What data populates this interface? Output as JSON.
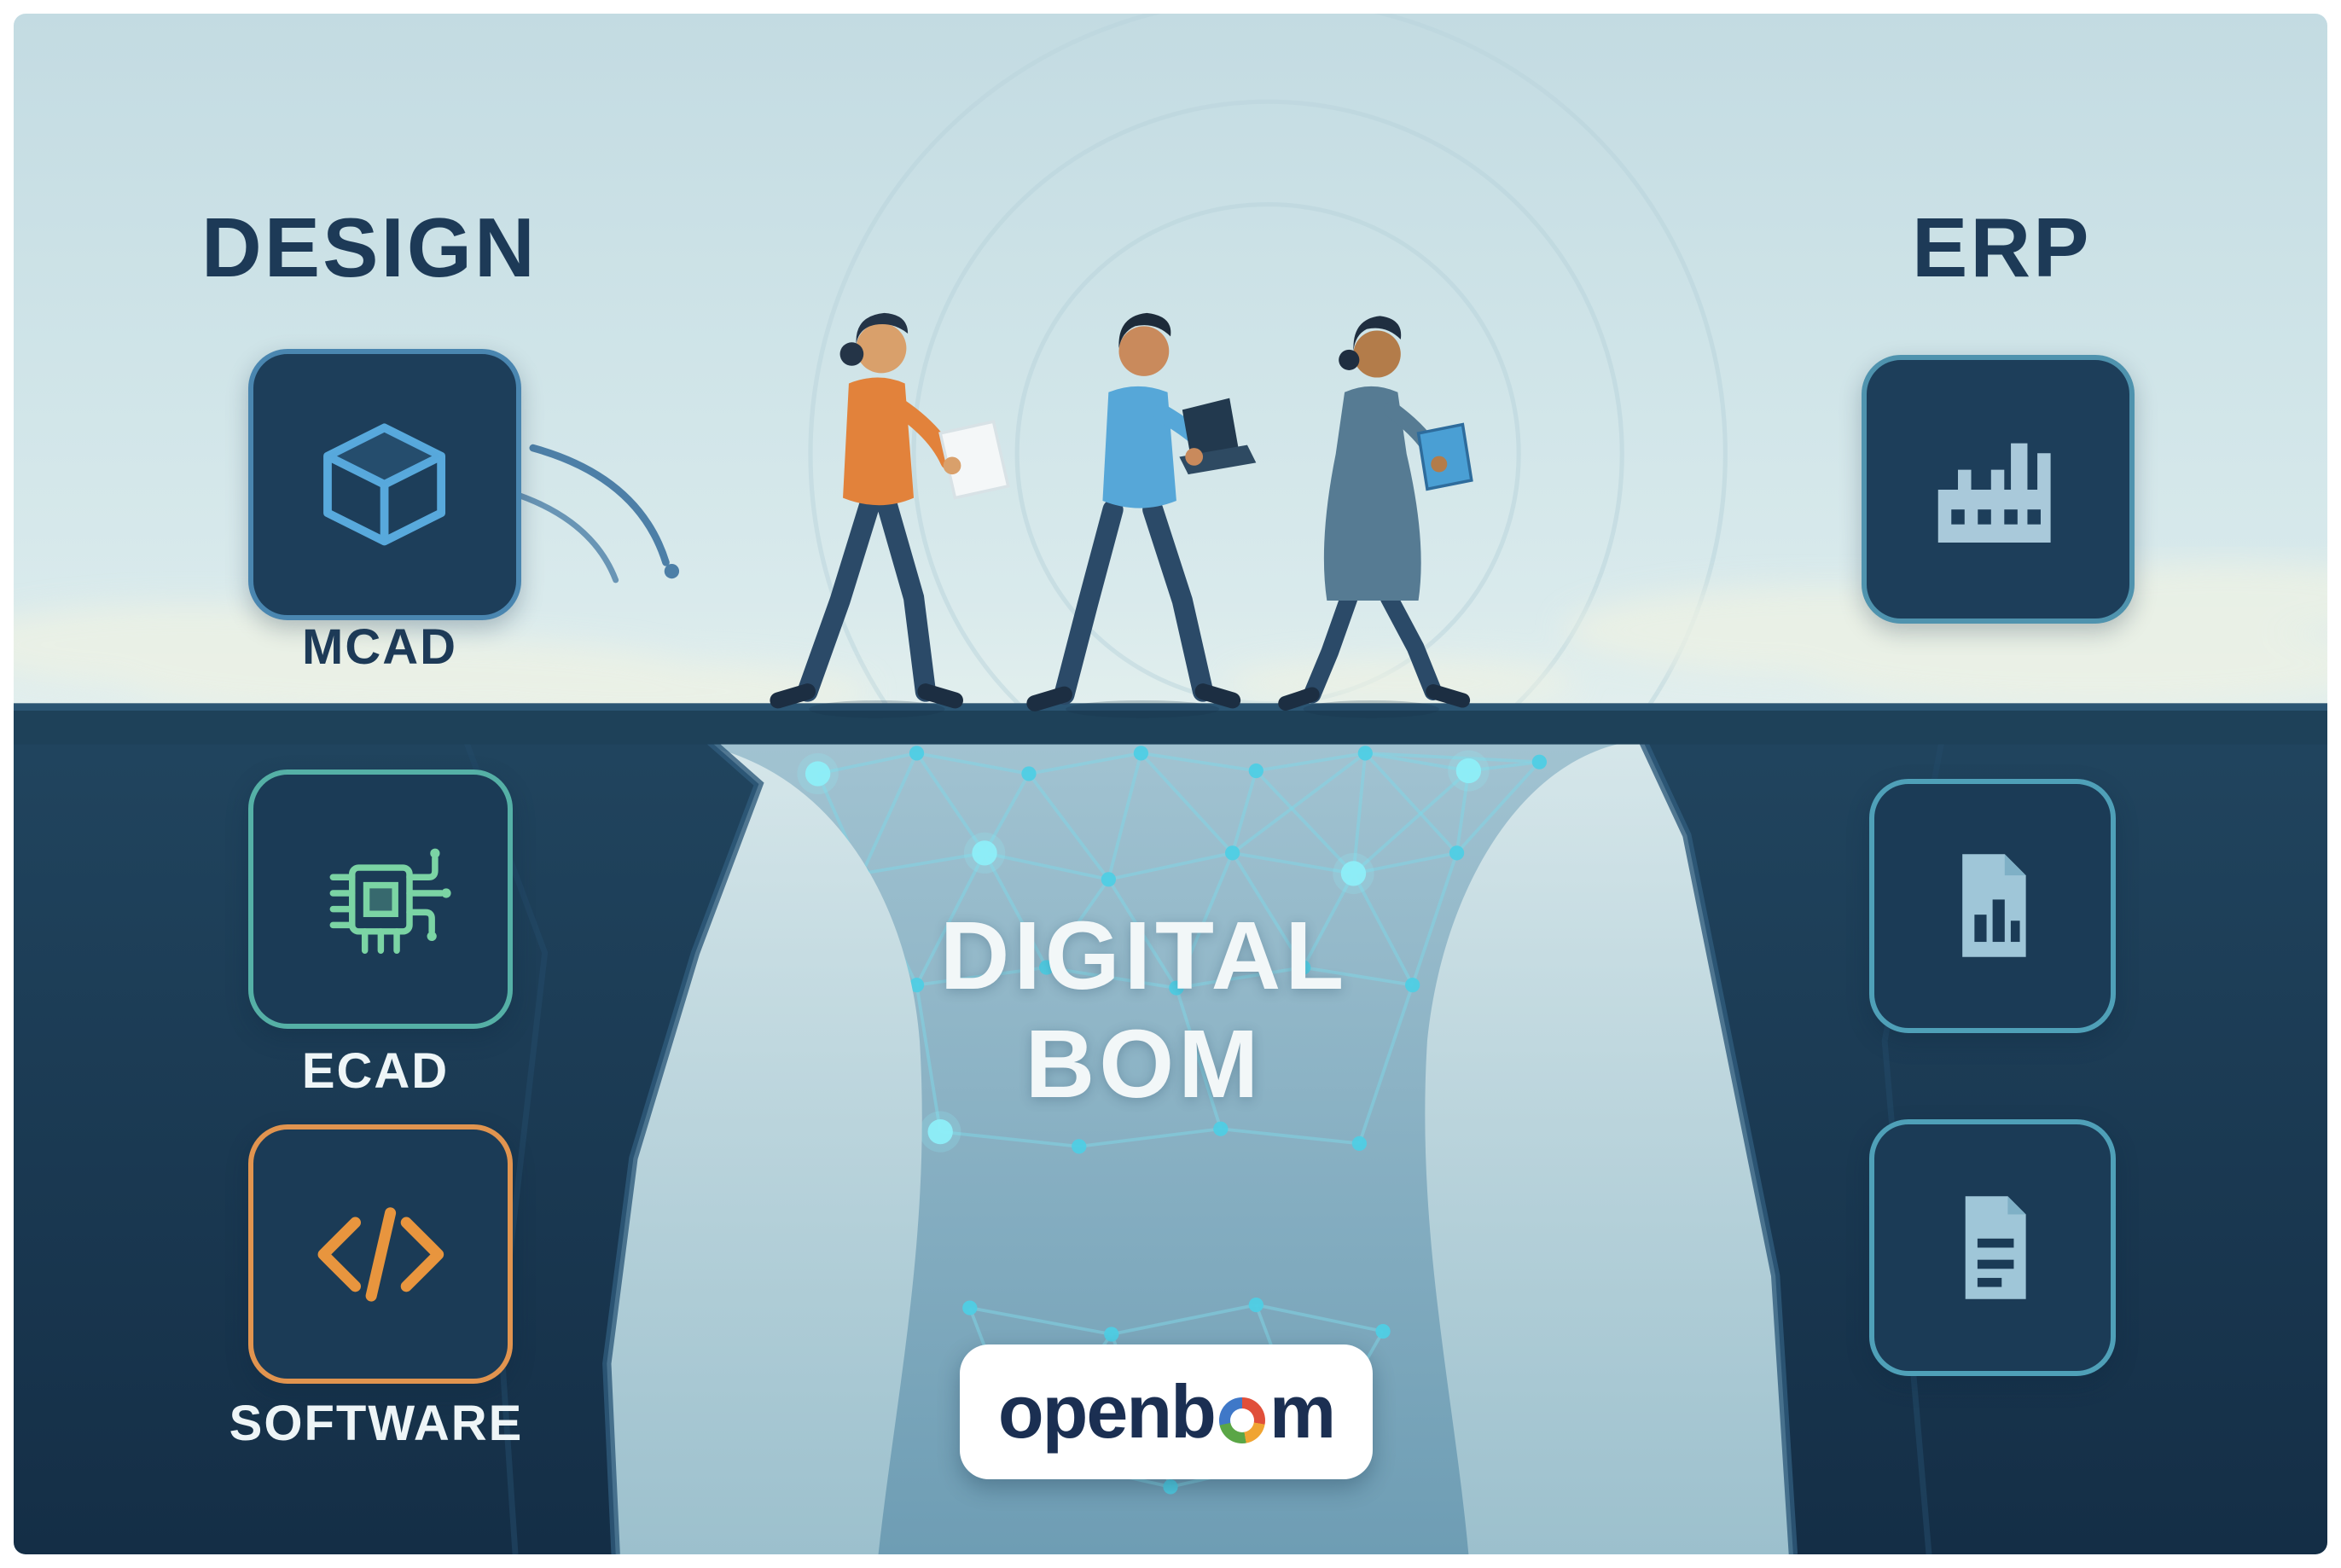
{
  "illustration": {
    "left": {
      "heading": "DESIGN",
      "tiles": [
        {
          "label": "MCAD"
        },
        {
          "label": "ECAD"
        },
        {
          "label": "SOFTWARE"
        }
      ]
    },
    "right": {
      "heading": "ERP"
    },
    "bridge": {
      "line1": "DIGITAL",
      "line2": "BOM"
    },
    "logo": {
      "prefix": "openb",
      "suffix": "m"
    },
    "icons": {
      "mcad": "cube-3d-icon",
      "ecad": "circuit-chip-icon",
      "software": "code-brackets-icon",
      "erp_factory": "factory-icon",
      "erp_doc_building": "document-building-icon",
      "erp_document": "document-lines-icon",
      "logo_ring": "multicolor-ring-icon"
    },
    "colors": {
      "heading": "#1d3a57",
      "cliff": "#1e4059",
      "sky_top": "#c3dbe2",
      "network": "#59d2e6",
      "mcad_accent": "#58a9dc",
      "ecad_accent": "#7bd4a4",
      "software_accent": "#e8953e",
      "erp_accent": "#a9c9da",
      "bridge_text": "#f2f7f8"
    }
  }
}
